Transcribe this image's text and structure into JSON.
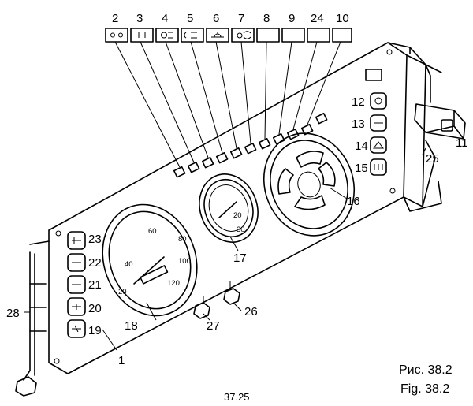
{
  "figure": {
    "caption_ru": "Рис. 38.2",
    "caption_en": "Fig. 38.2",
    "page_ref": "37.25"
  },
  "callouts": {
    "c1": "1",
    "c2": "2",
    "c3": "3",
    "c4": "4",
    "c5": "5",
    "c6": "6",
    "c7": "7",
    "c8": "8",
    "c9": "9",
    "c10": "10",
    "c11": "11",
    "c12": "12",
    "c13": "13",
    "c14": "14",
    "c15": "15",
    "c16": "16",
    "c17": "17",
    "c18": "18",
    "c19": "19",
    "c20": "20",
    "c21": "21",
    "c22": "22",
    "c23": "23",
    "c24": "24",
    "c25": "25",
    "c26": "26",
    "c27": "27",
    "c28": "28"
  },
  "speedometer": {
    "ticks": [
      "20",
      "40",
      "60",
      "80",
      "100",
      "120"
    ]
  },
  "tachometer": {
    "ticks": [
      "20",
      "30"
    ]
  }
}
